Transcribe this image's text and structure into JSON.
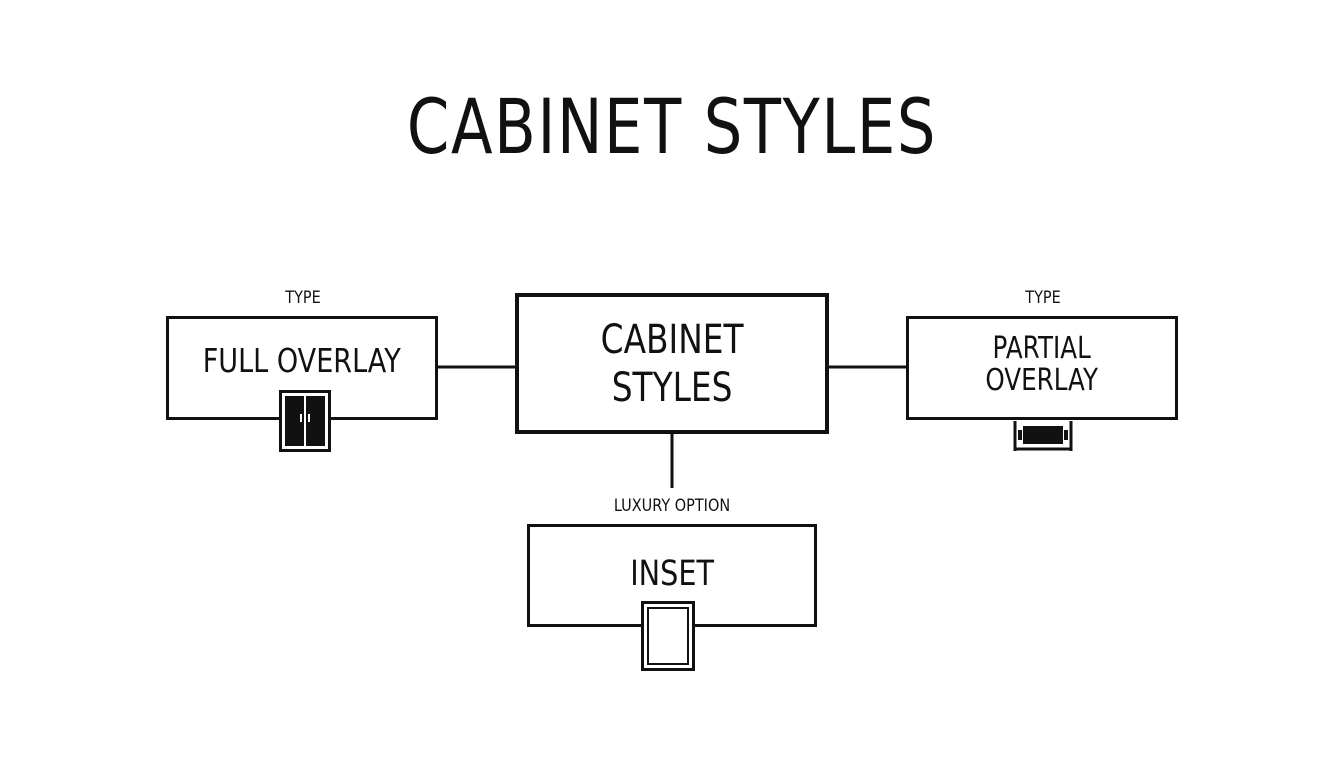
{
  "title": "CABINET STYLES",
  "center": {
    "line1": "CABINET",
    "line2": "STYLES"
  },
  "left": {
    "tag": "TYPE",
    "label": "FULL OVERLAY",
    "icon": "full-overlay-door-icon"
  },
  "right": {
    "tag": "TYPE",
    "line1": "PARTIAL",
    "line2": "OVERLAY",
    "icon": "partial-overlay-door-icon"
  },
  "bottom": {
    "tag": "LUXURY OPTION",
    "label": "INSET",
    "icon": "inset-door-icon"
  },
  "colors": {
    "ink": "#111111",
    "background": "#ffffff"
  }
}
